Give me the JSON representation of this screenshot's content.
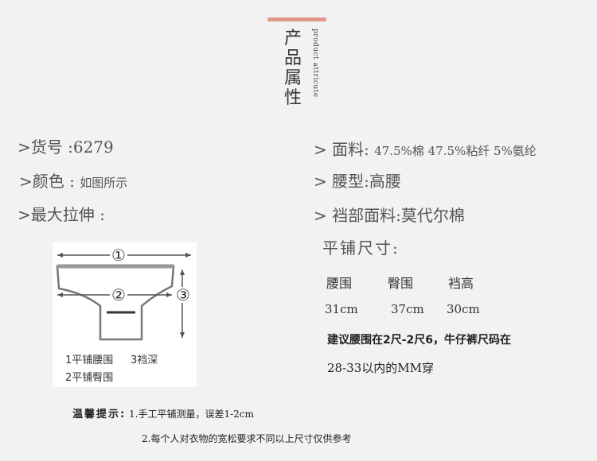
{
  "header": {
    "title_cn": "产品属性",
    "title_en": "product attricute"
  },
  "left_attrs": {
    "item_no": {
      "label": ">货号  :",
      "value": "6279"
    },
    "color": {
      "label": ">颜色  :",
      "value": "如图所示"
    },
    "stretch": {
      "label": ">最大拉伸  :",
      "value": ""
    }
  },
  "right_attrs": {
    "fabric": {
      "label": ">  面料:",
      "value": "47.5%棉 47.5%粘纤 5%氨纶"
    },
    "waist_type": {
      "label": ">  腰型:",
      "value": "高腰"
    },
    "crotch_fabric": {
      "label": ">  裆部面料:",
      "value": "莫代尔棉"
    }
  },
  "diagram": {
    "marker_1": "①",
    "marker_2": "②",
    "marker_3": "③",
    "legend_1": "1平铺腰围",
    "legend_3": "3裆深",
    "legend_2": "2平铺臀围"
  },
  "sizes": {
    "title": "平铺尺寸:",
    "headers": [
      "腰围",
      "臀围",
      "裆高"
    ],
    "values": [
      "31cm",
      "37cm",
      "30cm"
    ]
  },
  "advice": {
    "line1": "建议腰围在2尺-2尺6，牛仔裤尺码在",
    "line2": "28-33以内的MM穿"
  },
  "tips": {
    "label": "温馨提示:",
    "item1": "1.手工平铺测量，误差1-2cm",
    "item2": "2.每个人对衣物的宽松要求不同以上尺寸仅供参考"
  },
  "colors": {
    "accent": "#e0988a",
    "background": "#f2f2f2"
  }
}
